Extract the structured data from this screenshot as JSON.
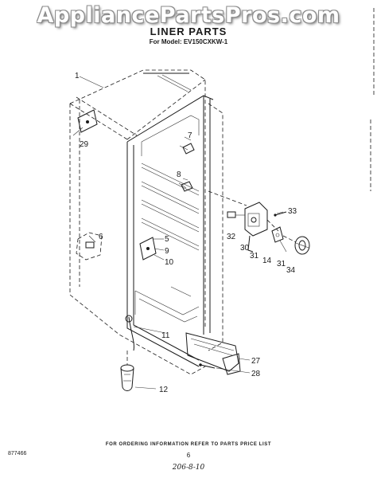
{
  "watermark": "AppliancePartsPros.com",
  "title": "LINER PARTS",
  "model_line": "For Model: EV150CXKW-1",
  "callouts": [
    "1",
    "29",
    "7",
    "8",
    "6",
    "5",
    "9",
    "10",
    "11",
    "12",
    "33",
    "32",
    "30",
    "31",
    "14",
    "31",
    "34",
    "27",
    "28"
  ],
  "footer_note": "FOR ORDERING INFORMATION REFER TO PARTS PRICE LIST",
  "page_number": "6",
  "left_code": "877466",
  "handwritten_code": "206-8-10"
}
